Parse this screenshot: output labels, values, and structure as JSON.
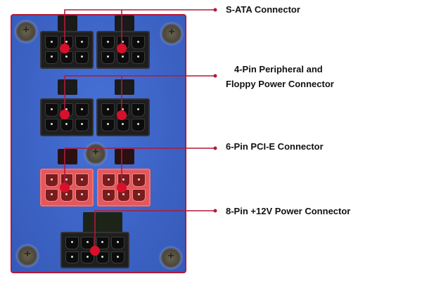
{
  "diagram": {
    "subject": "Power supply modular connector panel",
    "colors": {
      "board": "#3b63c4",
      "board_border": "#b01a3a",
      "callout_line": "#b01a3a",
      "callout_dot": "#d8102a",
      "connector_black": "#1e1e1e",
      "connector_red": "#e4575a"
    },
    "labels": {
      "sata": "S-ATA Connector",
      "peripheral_line1": "4-Pin  Peripheral and",
      "peripheral_line2": "Floppy Power Connector",
      "pcie": "6-Pin PCI-E Connector",
      "eps": "8-Pin +12V Power Connector"
    },
    "connectors": [
      {
        "group": "sata",
        "count": 2,
        "pins": 6,
        "color": "black"
      },
      {
        "group": "peripheral",
        "count": 2,
        "pins": 6,
        "color": "black"
      },
      {
        "group": "pcie",
        "count": 2,
        "pins": 6,
        "color": "red"
      },
      {
        "group": "eps",
        "count": 1,
        "pins": 8,
        "color": "black"
      }
    ],
    "screws": 5
  }
}
